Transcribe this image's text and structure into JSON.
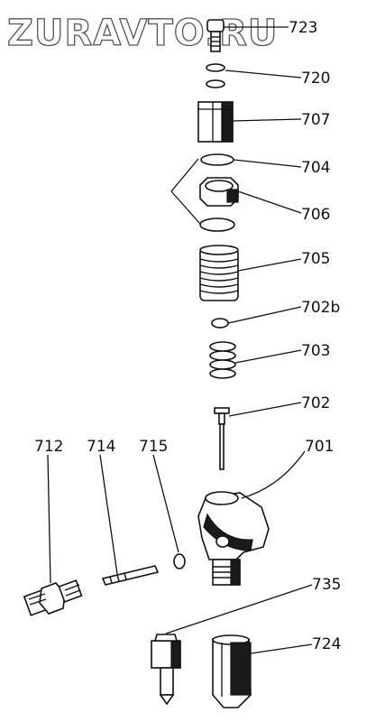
{
  "watermark": "ZURAVTO.RU",
  "callouts": {
    "p723": "723",
    "p720": "720",
    "p707": "707",
    "p704": "704",
    "p706": "706",
    "p705": "705",
    "p702b": "702b",
    "p703": "703",
    "p702": "702",
    "p701": "701",
    "p712": "712",
    "p714": "714",
    "p715": "715",
    "p735": "735",
    "p724": "724"
  }
}
